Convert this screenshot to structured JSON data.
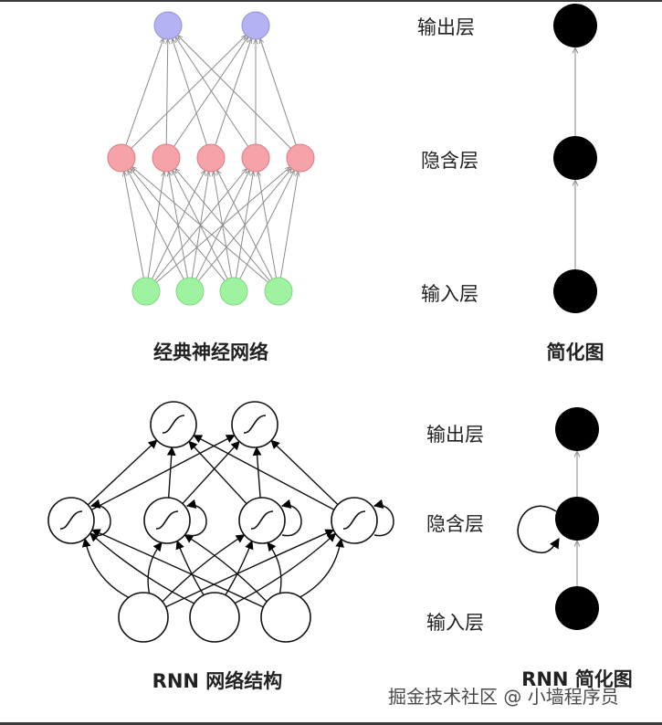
{
  "top": {
    "layers": {
      "output": "输出层",
      "hidden": "隐含层",
      "input": "输入层"
    },
    "caption_left": "经典神经网络",
    "caption_right": "简化图"
  },
  "bottom": {
    "layers": {
      "output": "输出层",
      "hidden": "隐含层",
      "input": "输入层"
    },
    "caption_left": "RNN 网络结构",
    "caption_right": "RNN 简化图"
  },
  "watermark": "掘金技术社区 @ 小墙程序员",
  "colors": {
    "input_node": "#9ff29f",
    "hidden_node": "#f5a3a8",
    "output_node": "#b3b3f2",
    "simplified_node": "#000000",
    "edge": "#8c8c8c"
  }
}
